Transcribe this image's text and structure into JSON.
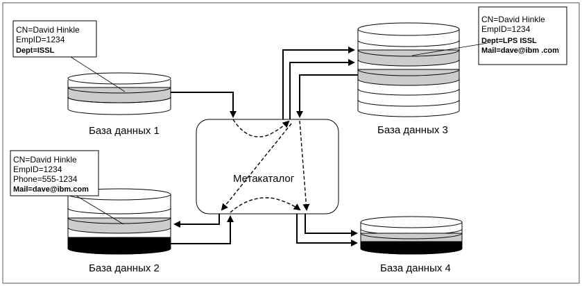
{
  "metacatalog": {
    "label": "Метакаталог"
  },
  "databases": [
    {
      "id": "db1",
      "label": "База данных 1"
    },
    {
      "id": "db2",
      "label": "База данных 2"
    },
    {
      "id": "db3",
      "label": "База данных 3"
    },
    {
      "id": "db4",
      "label": "База данных 4"
    }
  ],
  "cards": {
    "db1": [
      "CN=David Hinkle",
      "EmpID=1234",
      "Dept=ISSL"
    ],
    "db2": [
      "CN=David Hinkle",
      "EmpID=1234",
      "Phone=555-1234",
      "Mail=dave@ibm.com"
    ],
    "db3": [
      "CN=David Hinkle",
      "EmpID=1234",
      "Dept=LPS ISSL",
      "Mail=dave@ibm .com"
    ]
  },
  "colors": {
    "gray_band": "#cccccc",
    "black_band": "#000000",
    "frame": "#555555"
  }
}
